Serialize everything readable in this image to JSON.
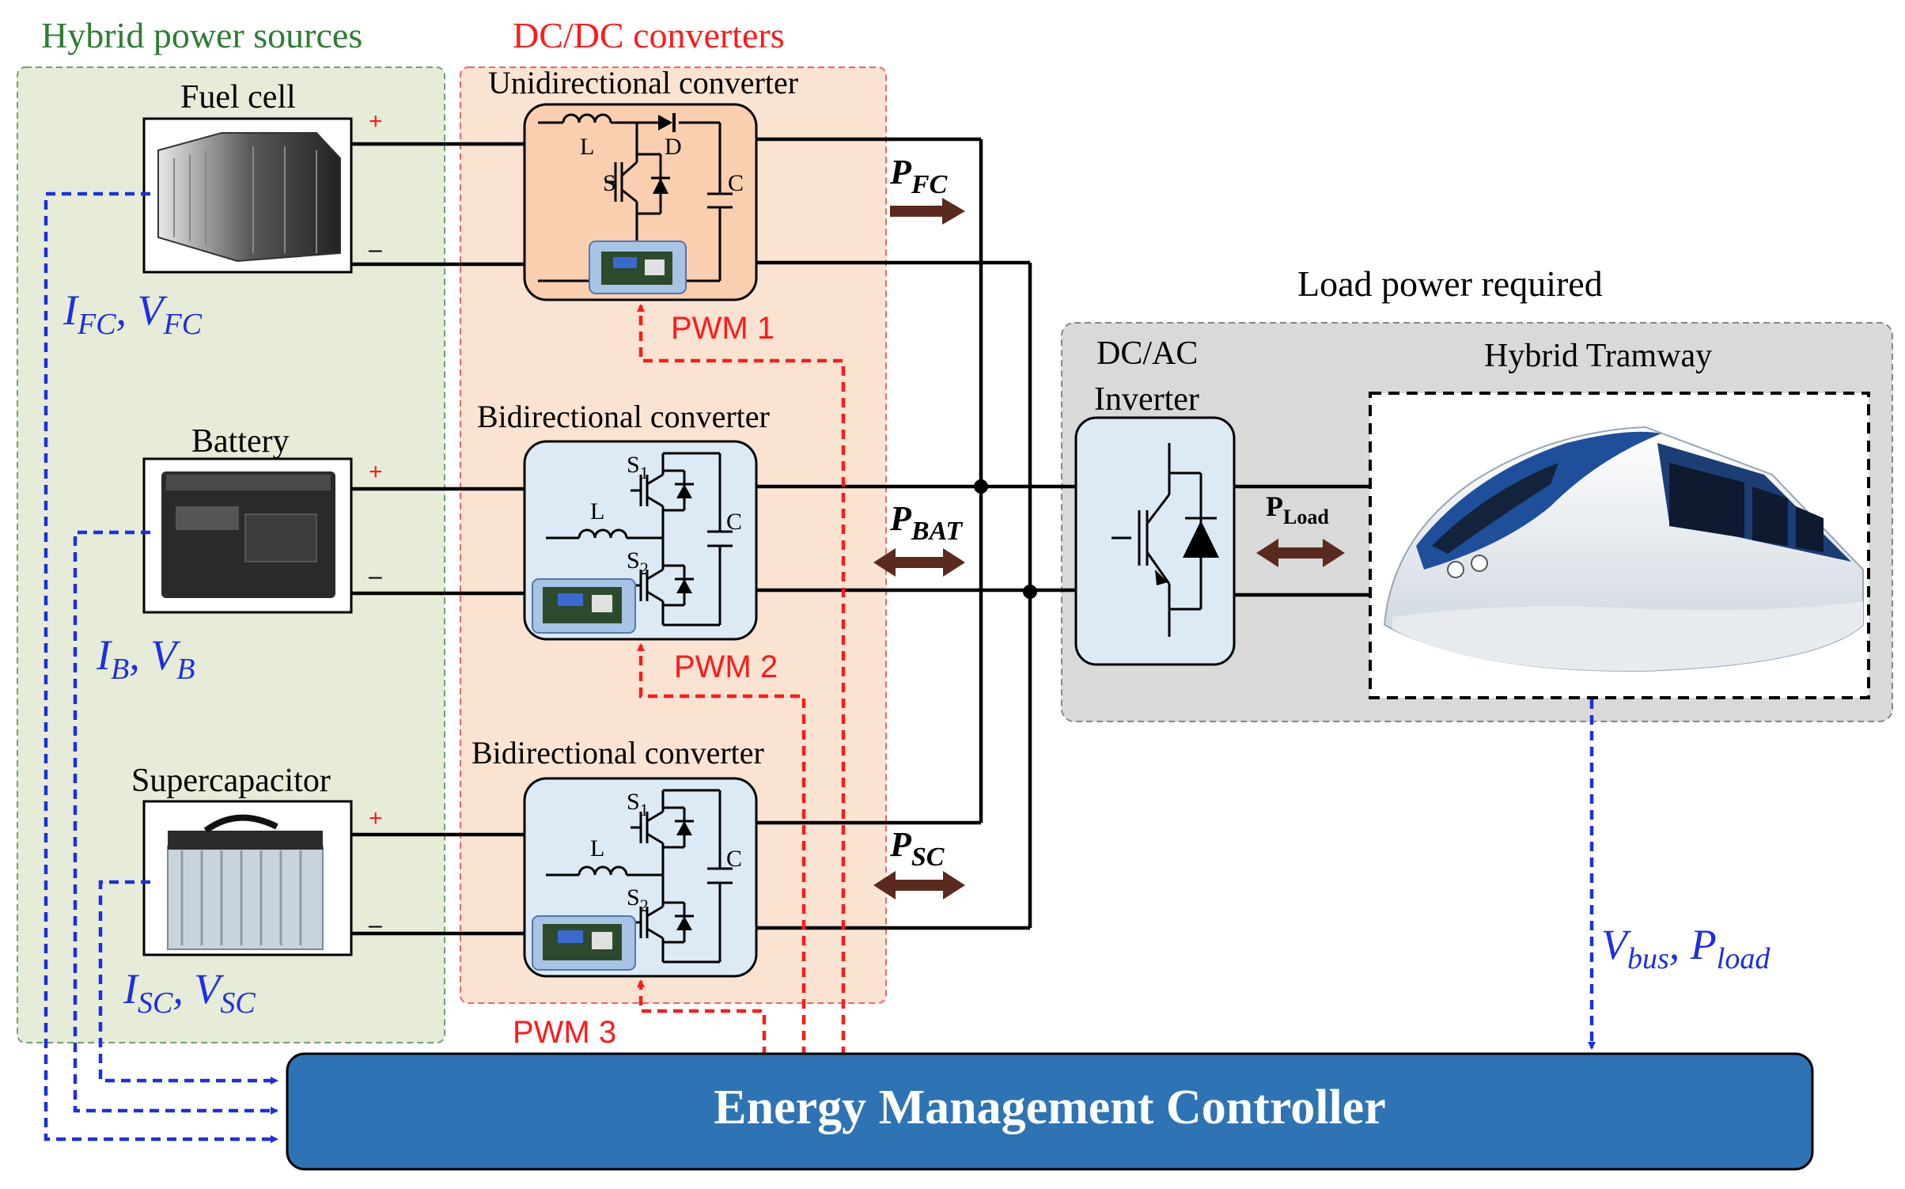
{
  "groups": {
    "sources": "Hybrid power sources",
    "converters": "DC/DC converters",
    "load": "Load power required"
  },
  "sources": {
    "fuel_cell": "Fuel cell",
    "battery": "Battery",
    "supercap": "Supercapacitor",
    "plus": "+",
    "minus": "–"
  },
  "converters": {
    "uni": "Unidirectional converter",
    "bi1": "Bidirectional converter",
    "bi2": "Bidirectional  converter",
    "L": "L",
    "D": "D",
    "S": "S",
    "C": "C",
    "S1": "S",
    "S1_sub": "1",
    "S2": "S",
    "S2_sub": "2"
  },
  "pwm": [
    "PWM 1",
    "PWM 2",
    "PWM 3"
  ],
  "measurements": {
    "fc_i": "I",
    "fc_i_sub": "FC",
    "fc_v": "V",
    "fc_v_sub": "FC",
    "b_i": "I",
    "b_i_sub": "B",
    "b_v": "V",
    "b_v_sub": "B",
    "sc_i": "I",
    "sc_i_sub": "SC",
    "sc_v": "V",
    "sc_v_sub": "SC",
    "bus_v": "V",
    "bus_v_sub": "bus",
    "load_p": "P",
    "load_p_sub": "load"
  },
  "flows": {
    "fc": "P",
    "fc_sub": "FC",
    "bat": "P",
    "bat_sub": "BAT",
    "sc": "P",
    "sc_sub": "SC",
    "load": "P",
    "load_sub": "Load"
  },
  "inverter": {
    "line1": "DC/AC",
    "line2": "Inverter"
  },
  "tram": "Hybrid Tramway",
  "controller": "Energy Management Controller",
  "colors": {
    "source_bg": "#e6ecd8",
    "converter_bg": "#fbe3d2",
    "load_bg": "#d9d9d9",
    "uni_box": "#f9cfb0",
    "bi_box": "#dceaf5",
    "controller": "#2e74b5",
    "signal_blue": "#1f2fe0",
    "signal_red": "#ff1a1a",
    "power_arrow": "#5a2a1f"
  }
}
